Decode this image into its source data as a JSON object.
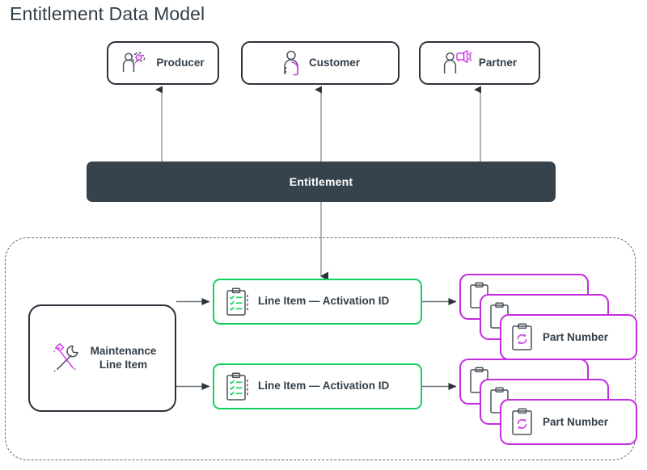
{
  "page": {
    "title": "Entitlement Data Model",
    "background": "#ffffff"
  },
  "colors": {
    "dark_slate": "#36434d",
    "text": "#323e48",
    "green": "#15cf5f",
    "magenta": "#c42ce0",
    "outline": "#2b333b",
    "connector": "#6b7178",
    "dashed_border": "#5d6670"
  },
  "actors": [
    {
      "id": "producer",
      "label": "Producer",
      "icon": "person-cloud-gear-icon"
    },
    {
      "id": "customer",
      "label": "Customer",
      "icon": "person-icon"
    },
    {
      "id": "partner",
      "label": "Partner",
      "icon": "person-megaphone-icon"
    }
  ],
  "entitlement": {
    "label": "Entitlement"
  },
  "group": {
    "maintenance": {
      "label_line1": "Maintenance",
      "label_line2": "Line Item",
      "icon": "wrench-screwdriver-icon"
    },
    "line_items": [
      {
        "label": "Line Item — Activation ID",
        "icon": "clipboard-checklist-icon"
      },
      {
        "label": "Line Item — Activation ID",
        "icon": "clipboard-checklist-icon"
      }
    ],
    "part_number_stacks": [
      {
        "label": "Part Number",
        "icon": "clipboard-refresh-icon",
        "card_count": 3
      },
      {
        "label": "Part Number",
        "icon": "clipboard-refresh-icon",
        "card_count": 3
      }
    ]
  }
}
